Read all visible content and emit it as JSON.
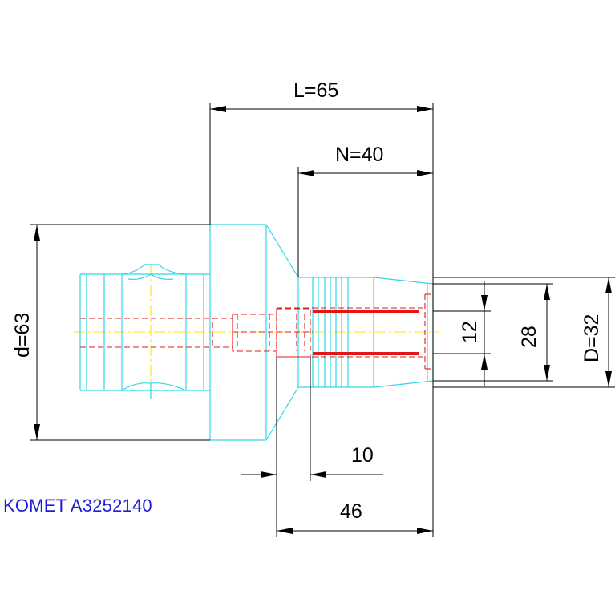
{
  "dimensions": {
    "L": "L=65",
    "N": "N=40",
    "d": "d=63",
    "D": "D=32",
    "d28": "28",
    "d12": "12",
    "d10": "10",
    "d46": "46"
  },
  "caption": "KOMET A3252140",
  "colors": {
    "outline": "#33d6e6",
    "hidden": "#e01818",
    "centerline": "#ffe400",
    "dimension": "#000000",
    "caption": "#1f1fd6"
  }
}
